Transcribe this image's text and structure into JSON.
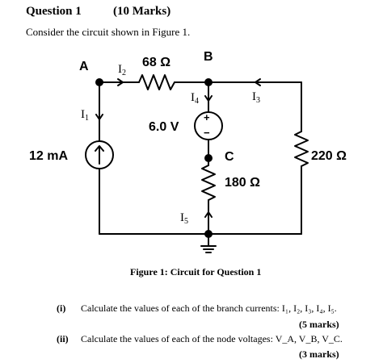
{
  "header": {
    "question_title": "Question 1",
    "marks": "(10 Marks)",
    "intro": "Consider the circuit shown in Figure 1."
  },
  "circuit": {
    "node_a": "A",
    "node_b": "B",
    "node_c": "C",
    "r1": "68 Ω",
    "r2": "220 Ω",
    "r3": "180 Ω",
    "source_current": "12 mA",
    "source_voltage": "6.0 V",
    "plus_sign": "+",
    "minus_sign": "−",
    "current_letter": "I",
    "i1_sub": "1",
    "i2_sub": "2",
    "i3_sub": "3",
    "i4_sub": "4",
    "i5_sub": "5"
  },
  "figure_caption": "Figure 1: Circuit for Question 1",
  "questions": [
    {
      "num": "(i)",
      "text": "Calculate the values of each of the branch currents: I₁, I₂, I₃, I₄, I₅.",
      "marks": "(5 marks)"
    },
    {
      "num": "(ii)",
      "text": "Calculate the values of each of the node voltages:  V_A, V_B, V_C.",
      "marks": "(3 marks)"
    }
  ]
}
